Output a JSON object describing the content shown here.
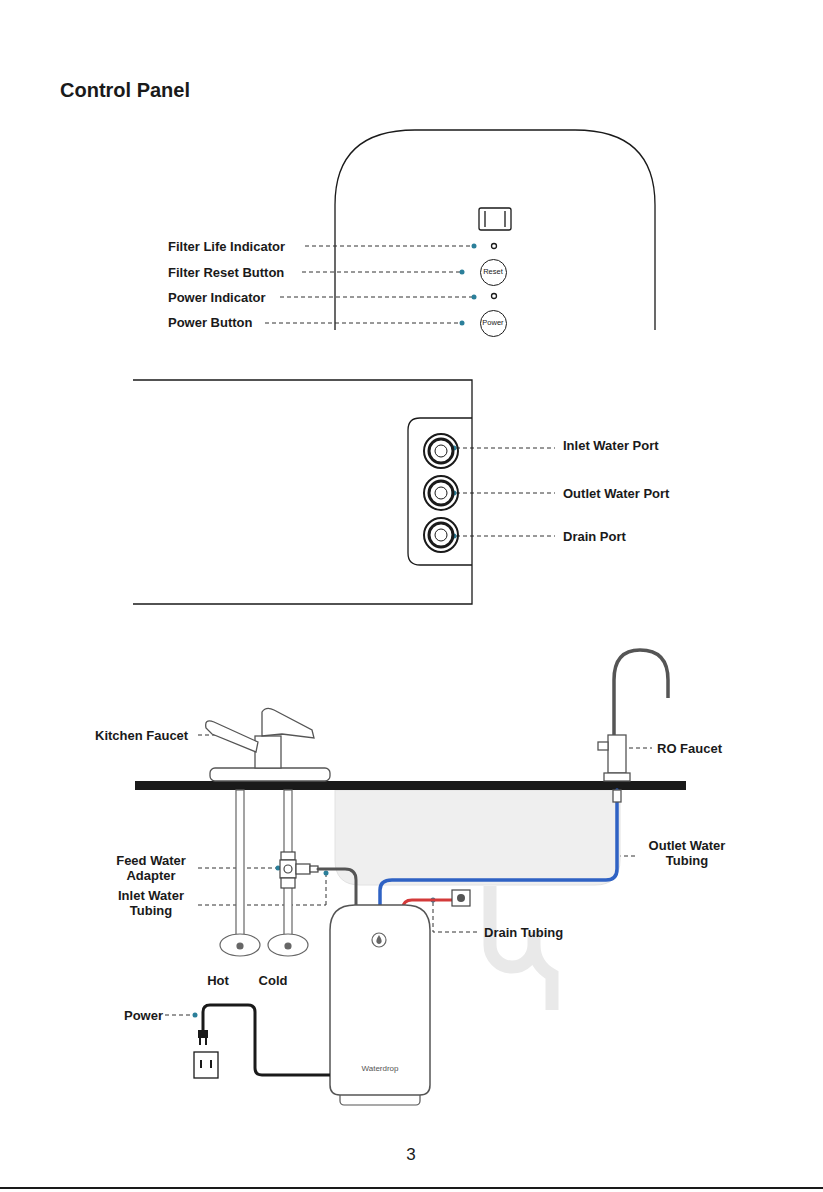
{
  "diagram": {
    "title": "Control Panel",
    "nodes": [
      {
        "text": [
          "Reset"
        ]
      },
      {
        "text": [
          "Power"
        ]
      }
    ],
    "labels": [
      "Filter Life Indicator",
      "Filter Reset Button",
      "Power Indicator",
      "Power Button",
      "Inlet Water Port",
      "Outlet Water Port",
      "Drain Port",
      "Kitchen Faucet",
      "RO Faucet",
      "Feed Water Adapter",
      "Inlet Water Tubing",
      "Outlet Water Tubing",
      "Drain Tubing",
      "Hot",
      "Cold",
      "Power",
      "Waterdrop",
      "3"
    ]
  }
}
